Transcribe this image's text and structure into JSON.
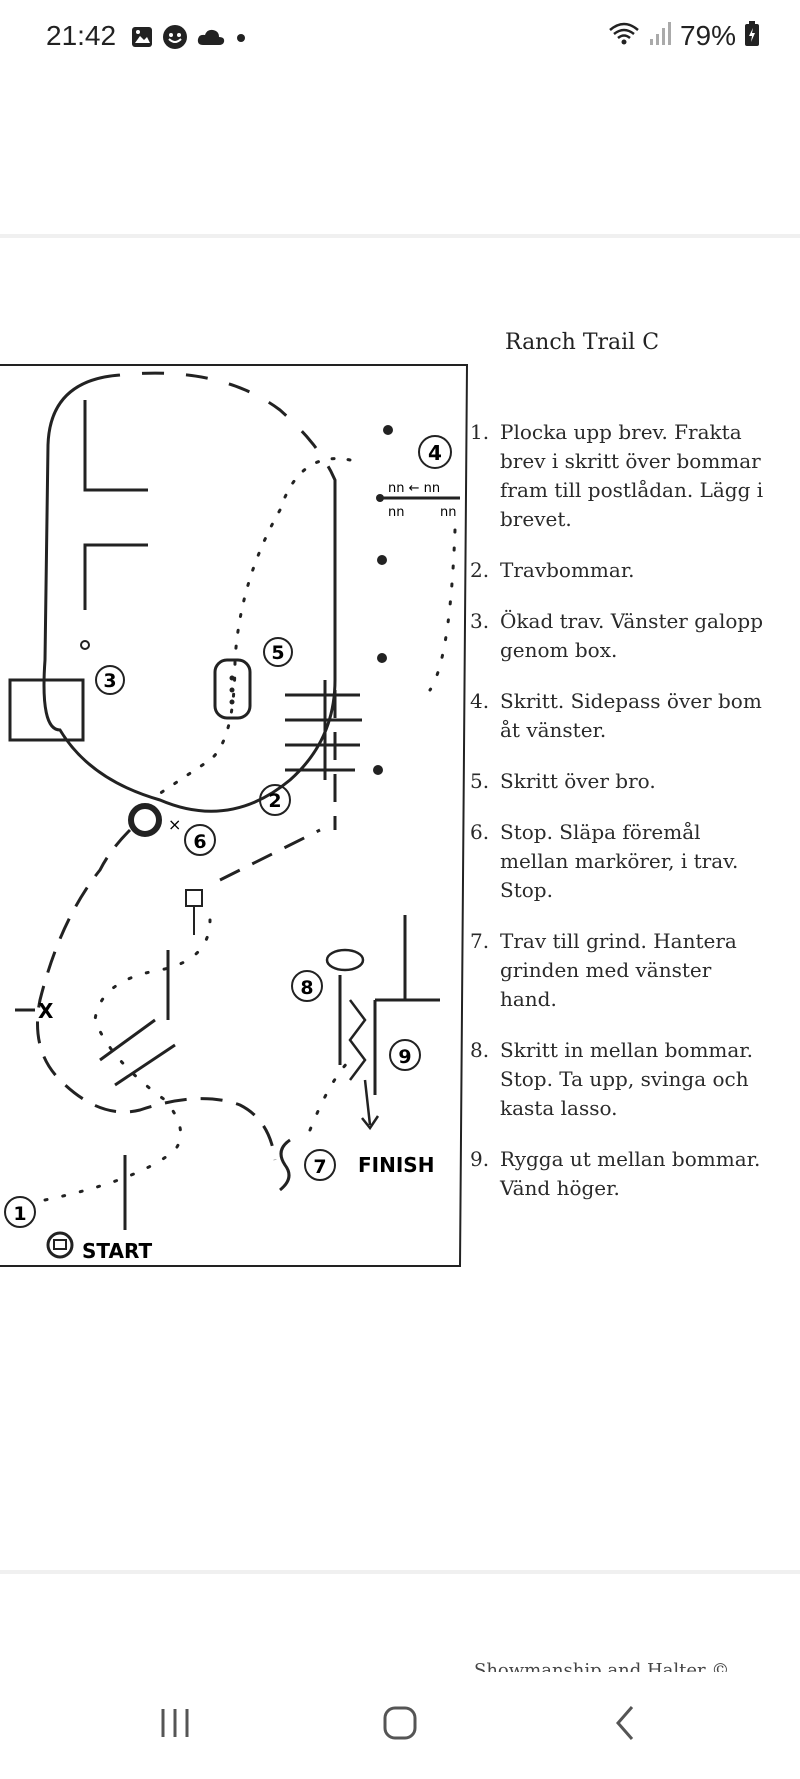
{
  "status_bar": {
    "time": "21:42",
    "notification_icons": [
      "gallery-icon",
      "face-icon",
      "cloud-icon",
      "dot-icon"
    ],
    "battery_percent": "79%"
  },
  "document": {
    "title": "Ranch Trail C",
    "instructions": [
      {
        "num": "1.",
        "text": "Plocka upp brev. Frakta brev i skritt över bommar fram till postlådan. Lägg i brevet."
      },
      {
        "num": "2.",
        "text": "Travbommar."
      },
      {
        "num": "3.",
        "text": "Ökad trav. Vänster galopp genom box."
      },
      {
        "num": "4.",
        "text": "Skritt. Sidepass över bom åt vänster."
      },
      {
        "num": "5.",
        "text": "Skritt över bro."
      },
      {
        "num": "6.",
        "text": "Stop. Släpa föremål mellan markörer, i trav. Stop."
      },
      {
        "num": "7.",
        "text": "Trav till grind. Hantera grinden med vänster hand."
      },
      {
        "num": "8.",
        "text": "Skritt in mellan bommar. Stop. Ta upp, svinga och kasta lasso."
      },
      {
        "num": "9.",
        "text": "Rygga ut mellan bommar. Vänd höger."
      }
    ],
    "diagram": {
      "labels": {
        "start": "START",
        "finish": "FINISH",
        "x_marker": "X",
        "station_numbers": [
          "1",
          "2",
          "3",
          "4",
          "5",
          "6",
          "7",
          "8",
          "9"
        ]
      }
    },
    "footer_partial": "Showmanship and Halter ©"
  },
  "nav_bar": {
    "recents": "recents-icon",
    "home": "home-icon",
    "back": "back-icon"
  }
}
